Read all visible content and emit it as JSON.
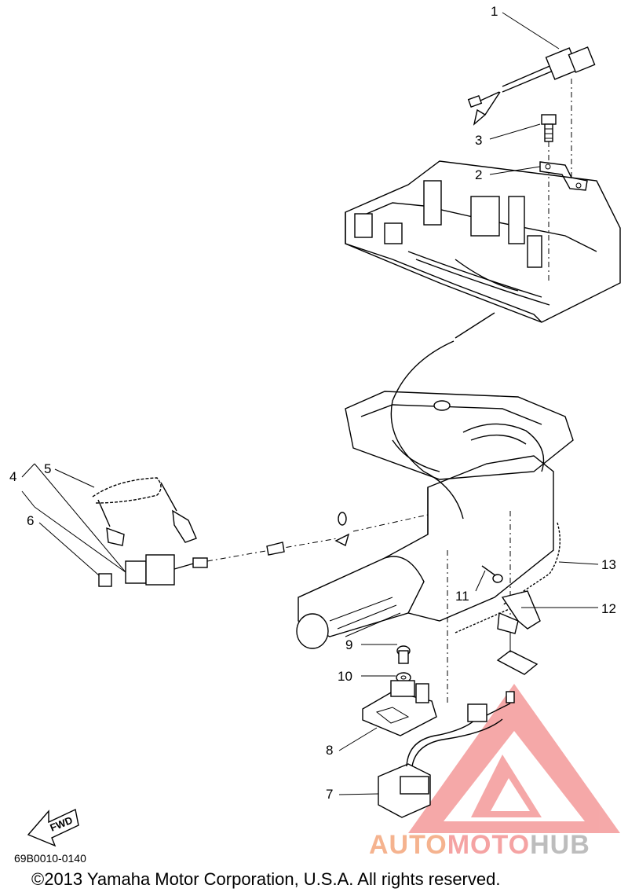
{
  "diagram": {
    "callouts": [
      {
        "id": "1",
        "label": "1"
      },
      {
        "id": "2",
        "label": "2"
      },
      {
        "id": "3",
        "label": "3"
      },
      {
        "id": "4",
        "label": "4"
      },
      {
        "id": "5",
        "label": "5"
      },
      {
        "id": "6",
        "label": "6"
      },
      {
        "id": "7",
        "label": "7"
      },
      {
        "id": "8",
        "label": "8"
      },
      {
        "id": "9",
        "label": "9"
      },
      {
        "id": "10",
        "label": "10"
      },
      {
        "id": "11",
        "label": "11"
      },
      {
        "id": "12",
        "label": "12"
      },
      {
        "id": "13",
        "label": "13"
      }
    ],
    "fwd_label": "FWD",
    "code": "69B0010-0140",
    "copyright": "©2013 Yamaha Motor Corporation, U.S.A. All rights reserved."
  },
  "watermark": {
    "part1": "AUTO",
    "part2": "MOTO",
    "part3": "HUB",
    "colors": {
      "auto": "#f5b38f",
      "moto": "#f5a3a3",
      "hub": "#bdbdbd",
      "triangle": "#f28c8c"
    }
  }
}
